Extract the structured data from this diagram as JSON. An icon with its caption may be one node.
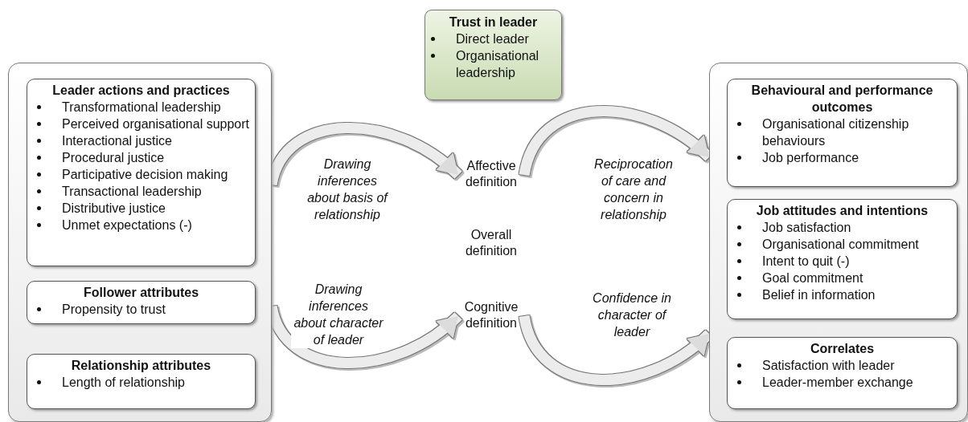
{
  "diagram": {
    "nodes": [
      {
        "text": [],
        "shape": "box"
      },
      {
        "text": [
          "Leader actions and practices",
          "Transformational leadership",
          "Perceived organisational support",
          "Interactional justice",
          "Procedural justice",
          "Participative decision making",
          "Transactional leadership",
          "Distributive justice",
          "Unmet expectations (-)"
        ],
        "in": 0
      },
      {
        "text": [
          "Follower attributes",
          "Propensity to trust"
        ],
        "in": 0
      },
      {
        "text": [
          "Relationship attributes",
          "Length of relationship"
        ],
        "in": 0
      },
      {
        "text": [
          "Trust in leader",
          "Direct leader",
          "Organisational leadership"
        ]
      },
      {
        "text": [],
        "shape": "box"
      },
      {
        "text": [
          "Behavioural and performance outcomes",
          "Organisational citizenship behaviours",
          "Job performance"
        ],
        "in": 5
      },
      {
        "text": [
          "Job attitudes and intentions",
          "Job satisfaction",
          "Organisational commitment",
          "Intent to quit (-)",
          "Goal commitment",
          "Belief in information"
        ],
        "in": 5
      },
      {
        "text": [
          "Correlates",
          "Satisfaction with leader",
          "Leader-member exchange"
        ],
        "in": 5
      },
      {
        "text": [
          "Affective definition"
        ]
      },
      {
        "text": [
          "Overall definition"
        ]
      },
      {
        "text": [
          "Cognitive definition"
        ]
      }
    ],
    "edges": [
      {
        "from": 0,
        "to": 9,
        "arrow": "to",
        "label": "Drawing inferences about basis of relationship"
      },
      {
        "from": 0,
        "to": 11,
        "arrow": "to",
        "label": "Drawing inferences about character of leader"
      },
      {
        "from": 9,
        "to": 5,
        "arrow": "to",
        "label": "Reciprocation of care and concern in relationship"
      },
      {
        "from": 11,
        "to": 5,
        "arrow": "to",
        "label": "Confidence in character of leader"
      }
    ]
  }
}
